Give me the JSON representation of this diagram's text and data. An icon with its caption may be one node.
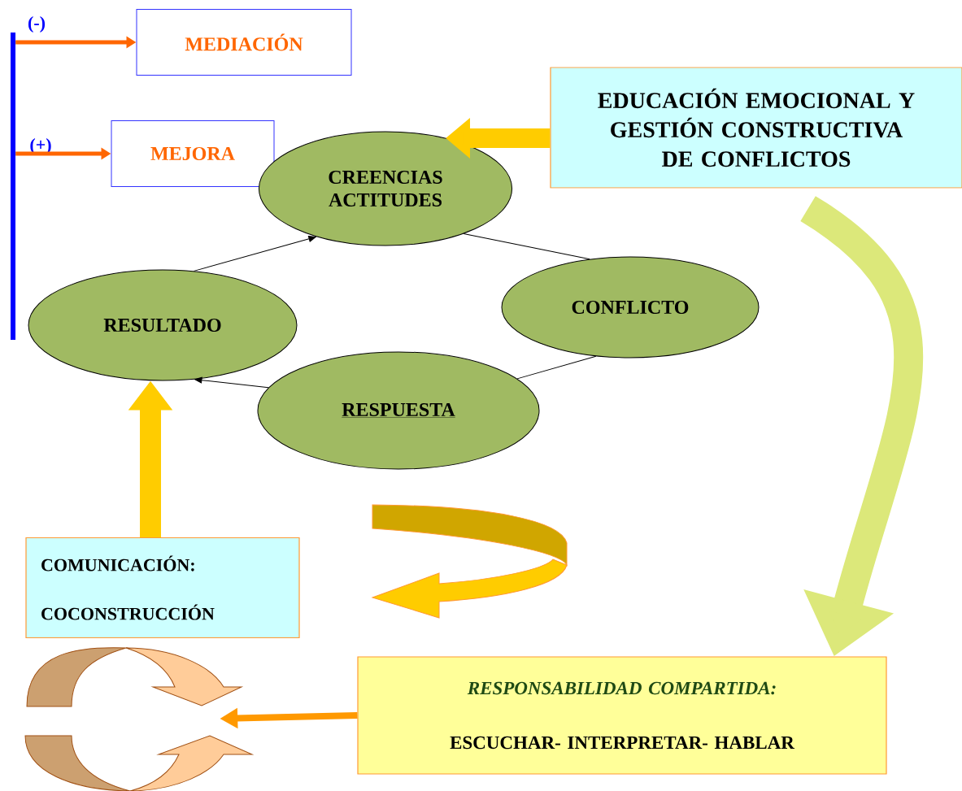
{
  "diagram": {
    "nodes": [
      {
        "text": [],
        "shape": "bar"
      },
      {
        "text": [
          "MEDIACIÓN"
        ]
      },
      {
        "text": [
          "MEJORA"
        ]
      },
      {
        "text": [
          "EDUCACIÓN EMOCIONAL Y GESTIÓN CONSTRUCTIVA DE CONFLICTOS"
        ]
      },
      {
        "text": [
          "CREENCIAS ACTITUDES"
        ]
      },
      {
        "text": [
          "CONFLICTO"
        ]
      },
      {
        "text": [
          "RESULTADO"
        ]
      },
      {
        "text": [
          "RESPUESTA"
        ]
      },
      {
        "text": [
          "COMUNICACIÓN:",
          "COCONSTRUCCIÓN"
        ]
      },
      {
        "text": [],
        "shape": "cycle"
      },
      {
        "text": [
          "RESPONSABILIDAD COMPARTIDA:",
          "ESCUCHAR- INTERPRETAR- HABLAR"
        ]
      }
    ],
    "edges": [
      {
        "from": 0,
        "to": 1,
        "arrow": "to",
        "color": "#ff6600"
      },
      {
        "from": 0,
        "to": 2,
        "arrow": "to",
        "color": "#ff6600"
      },
      {
        "from": 3,
        "to": 4,
        "arrow": "to",
        "style": "thick",
        "color": "#ffcc00"
      },
      {
        "from": 4,
        "to": 5,
        "arrow": "none"
      },
      {
        "from": 5,
        "to": 7,
        "arrow": "none"
      },
      {
        "from": 7,
        "to": 6,
        "arrow": "to"
      },
      {
        "from": 6,
        "to": 4,
        "arrow": "to"
      },
      {
        "from": 8,
        "to": 6,
        "arrow": "to",
        "style": "thick",
        "color": "#ffcc00"
      },
      {
        "from": 3,
        "to": 10,
        "arrow": "to",
        "style": "thick",
        "color": "#dce87a"
      },
      {
        "from": 10,
        "to": 9,
        "arrow": "to",
        "color": "#ff9900"
      }
    ],
    "labels": [
      "(-)",
      "(+)"
    ]
  }
}
